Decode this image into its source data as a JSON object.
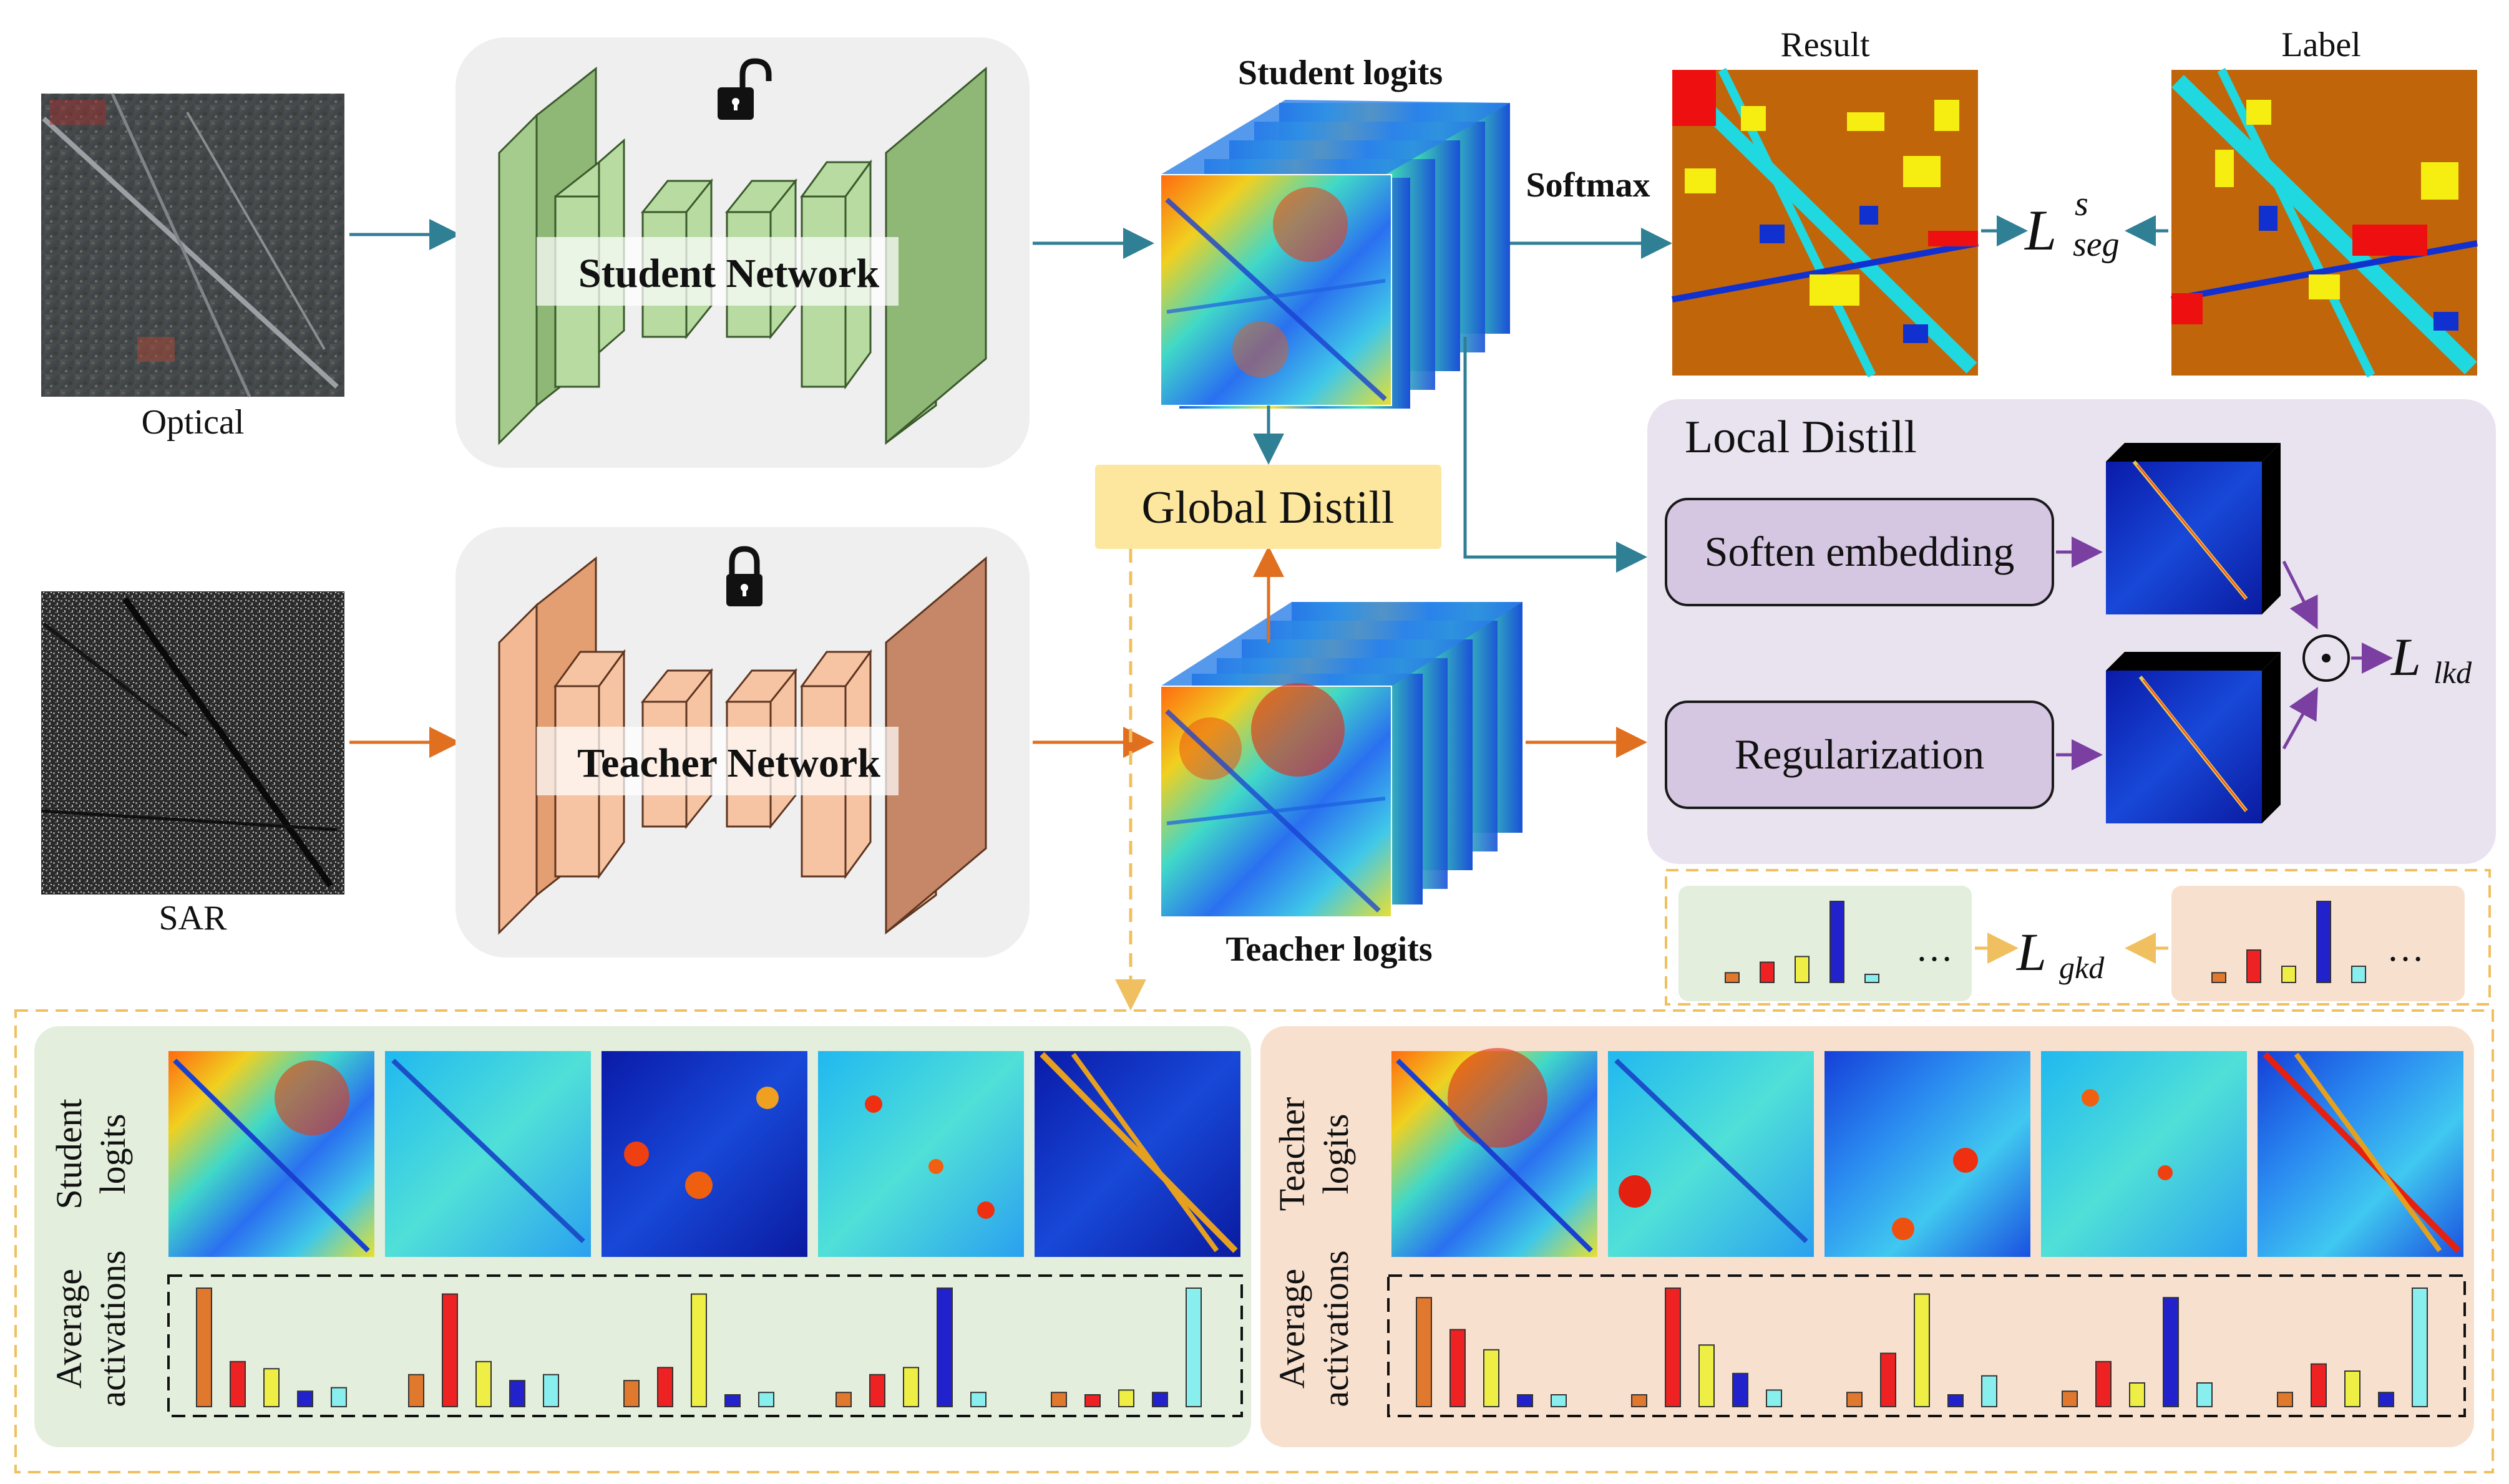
{
  "inputs": {
    "optical_label": "Optical",
    "sar_label": "SAR"
  },
  "networks": {
    "student_label": "Student Network",
    "teacher_label": "Teacher Network"
  },
  "logits": {
    "student_label": "Student logits",
    "teacher_label": "Teacher logits"
  },
  "softmax_label": "Softmax",
  "outputs": {
    "result_label": "Result",
    "label_label": "Label",
    "seg_loss": {
      "base": "L",
      "sup": "s",
      "sub": "seg"
    }
  },
  "global_distill_label": "Global Distill",
  "local_distill": {
    "title": "Local Distill",
    "soften_label": "Soften embedding",
    "regularization_label": "Regularization",
    "odot": "⊙",
    "lkd": {
      "base": "L",
      "sub": "lkd"
    }
  },
  "gkd": {
    "base": "L",
    "sub": "gkd",
    "ellipsis": "…"
  },
  "bottom": {
    "student_logits_line1": "Student",
    "student_logits_line2": "logits",
    "teacher_logits_line1": "Teacher",
    "teacher_logits_line2": "logits",
    "avg_line1": "Average",
    "avg_line2": "activations"
  },
  "bar_colors": [
    "#e0792e",
    "#ee2222",
    "#eeee44",
    "#2222cc",
    "#88eeee"
  ],
  "class_colors": {
    "background": "#c0650a",
    "building": "#f5ee10",
    "road": "#20d8e0",
    "water": "#1030d0",
    "industrial": "#ee1010"
  },
  "activations": {
    "student_gkd": [
      0.12,
      0.25,
      0.32,
      1.0,
      0.1
    ],
    "teacher_gkd": [
      0.12,
      0.4,
      0.2,
      1.0,
      0.2
    ],
    "student_groups": [
      [
        1.0,
        0.38,
        0.32,
        0.13,
        0.16
      ],
      [
        0.27,
        0.95,
        0.38,
        0.22,
        0.27
      ],
      [
        0.22,
        0.33,
        0.95,
        0.1,
        0.12
      ],
      [
        0.12,
        0.27,
        0.33,
        1.0,
        0.12
      ],
      [
        0.12,
        0.1,
        0.14,
        0.12,
        1.0
      ]
    ],
    "teacher_groups": [
      [
        0.92,
        0.65,
        0.48,
        0.1,
        0.1
      ],
      [
        0.1,
        1.0,
        0.52,
        0.28,
        0.14
      ],
      [
        0.12,
        0.45,
        0.95,
        0.1,
        0.26
      ],
      [
        0.13,
        0.38,
        0.2,
        0.92,
        0.2
      ],
      [
        0.12,
        0.36,
        0.3,
        0.12,
        1.0
      ]
    ]
  }
}
